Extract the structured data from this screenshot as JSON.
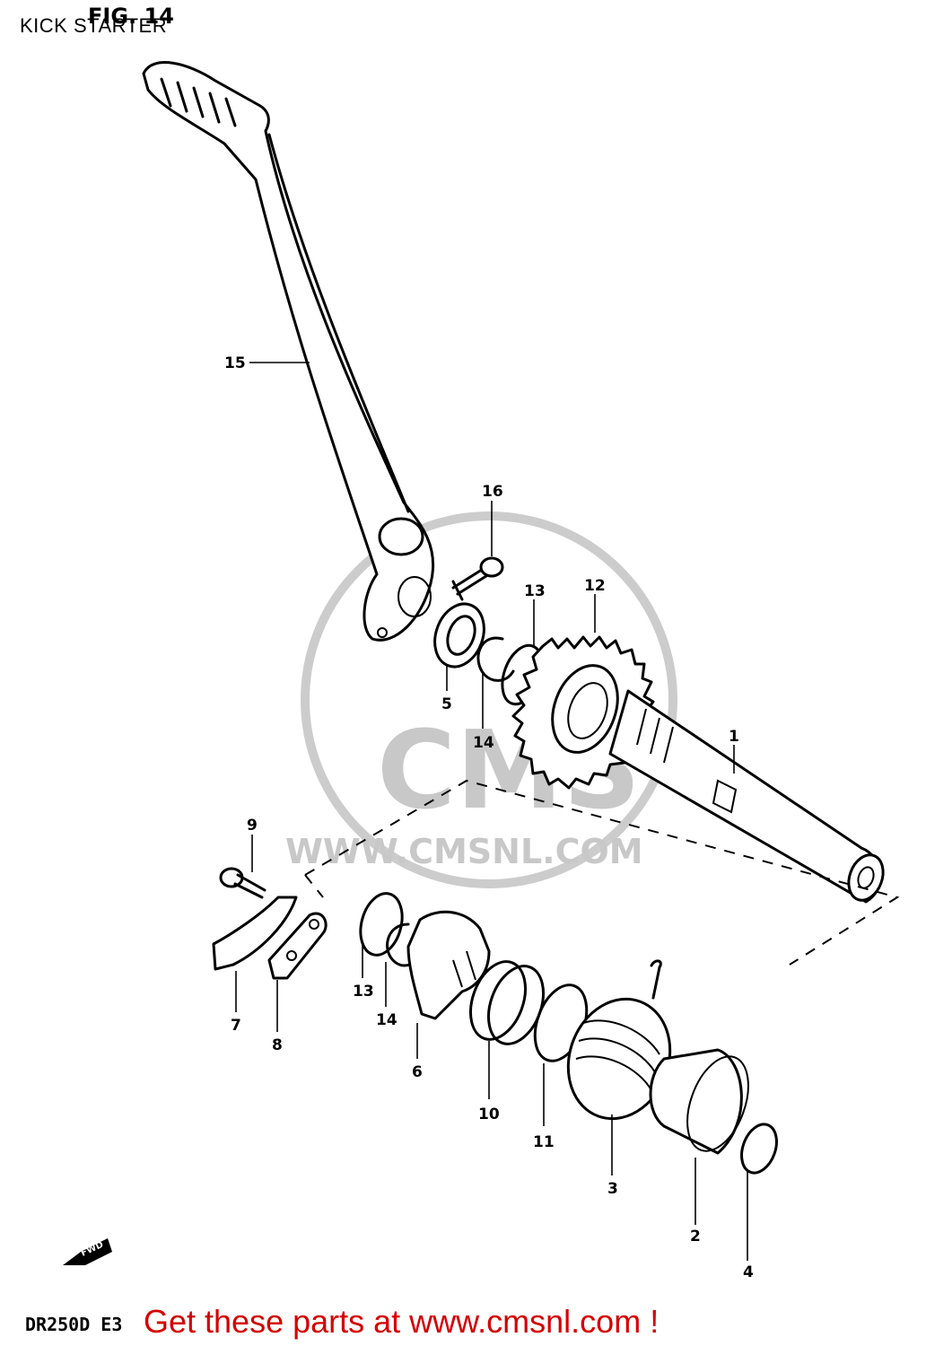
{
  "header": {
    "title": "KICK STARTER",
    "figure": "FIG. 14"
  },
  "diagram": {
    "watermark": "WWW.CMSNL.COM",
    "watermark_logo": "CMS",
    "parts": [
      {
        "ref": "1"
      },
      {
        "ref": "2"
      },
      {
        "ref": "3"
      },
      {
        "ref": "4"
      },
      {
        "ref": "5"
      },
      {
        "ref": "6"
      },
      {
        "ref": "7"
      },
      {
        "ref": "8"
      },
      {
        "ref": "9"
      },
      {
        "ref": "10"
      },
      {
        "ref": "11"
      },
      {
        "ref": "12"
      },
      {
        "ref": "13"
      },
      {
        "ref": "13"
      },
      {
        "ref": "14"
      },
      {
        "ref": "14"
      },
      {
        "ref": "15"
      },
      {
        "ref": "16"
      }
    ],
    "fwd_label": "FWD",
    "model_code": "DR250D E3"
  },
  "footer": {
    "text": "Get these parts at www.cmsnl.com !",
    "color": "#d40000"
  }
}
